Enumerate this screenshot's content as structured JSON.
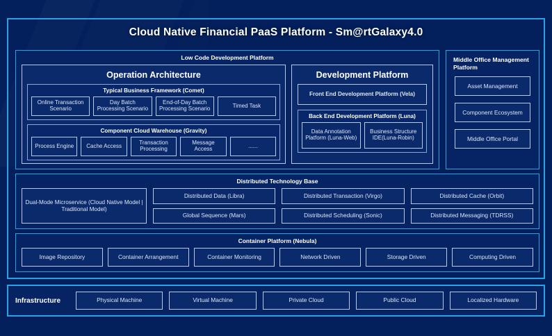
{
  "title": "Cloud Native Financial PaaS Platform - Sm@rtGalaxy4.0",
  "colors": {
    "background": "#03205c",
    "accent_border": "#2aa3e4",
    "panel_fill": "#062463",
    "box_border": "#b9c9e8",
    "text": "#ffffff"
  },
  "low_code": {
    "title": "Low Code Development Platform",
    "operation_architecture": {
      "title": "Operation Architecture",
      "business_framework": {
        "title": "Typical Business Framework (Comet)",
        "items": [
          "Online Transaction Scenario",
          "Day Batch Processing Scenario",
          "End-of-Day Batch Processing Scenario",
          "Timed Task"
        ]
      },
      "component_warehouse": {
        "title": "Component Cloud Warehouse (Gravity)",
        "items": [
          "Process Engine",
          "Cache Access",
          "Transaction Processing",
          "Message Access",
          "......"
        ]
      }
    },
    "development_platform": {
      "title": "Development Platform",
      "front_end": "Front End Development Platform (Vela)",
      "back_end": {
        "title": "Back End Development Platform (Luna)",
        "items": [
          "Data Annotation Platform (Luna-Web)",
          "Business Structure IDE(Luna-Robin)"
        ]
      }
    }
  },
  "middle_office": {
    "title": "Middle Office Management Platform",
    "items": [
      "Asset Management",
      "Component Ecosystem",
      "Middle Office Portal"
    ]
  },
  "distributed": {
    "title": "Distributed Technology Base",
    "microservice": "Dual-Mode Microservice (Cloud Native Model | Traditional Model)",
    "column_two": [
      "Distributed Data (Libra)",
      "Global Sequence (Mars)"
    ],
    "column_three": [
      "Distributed Transaction (Virgo)",
      "Distributed Scheduling (Sonic)"
    ],
    "column_four": [
      "Distributed Cache (Orbit)",
      "Distributed Messaging (TDRSS)"
    ]
  },
  "container": {
    "title": "Container Platform (Nebula)",
    "items": [
      "Image Repository",
      "Container Arrangement",
      "Container Monitoring",
      "Network Driven",
      "Storage Driven",
      "Computing Driven"
    ]
  },
  "infrastructure": {
    "label": "Infrastructure",
    "items": [
      "Physical Machine",
      "Virtual Machine",
      "Private Cloud",
      "Public Cloud",
      "Localized Hardware"
    ]
  }
}
